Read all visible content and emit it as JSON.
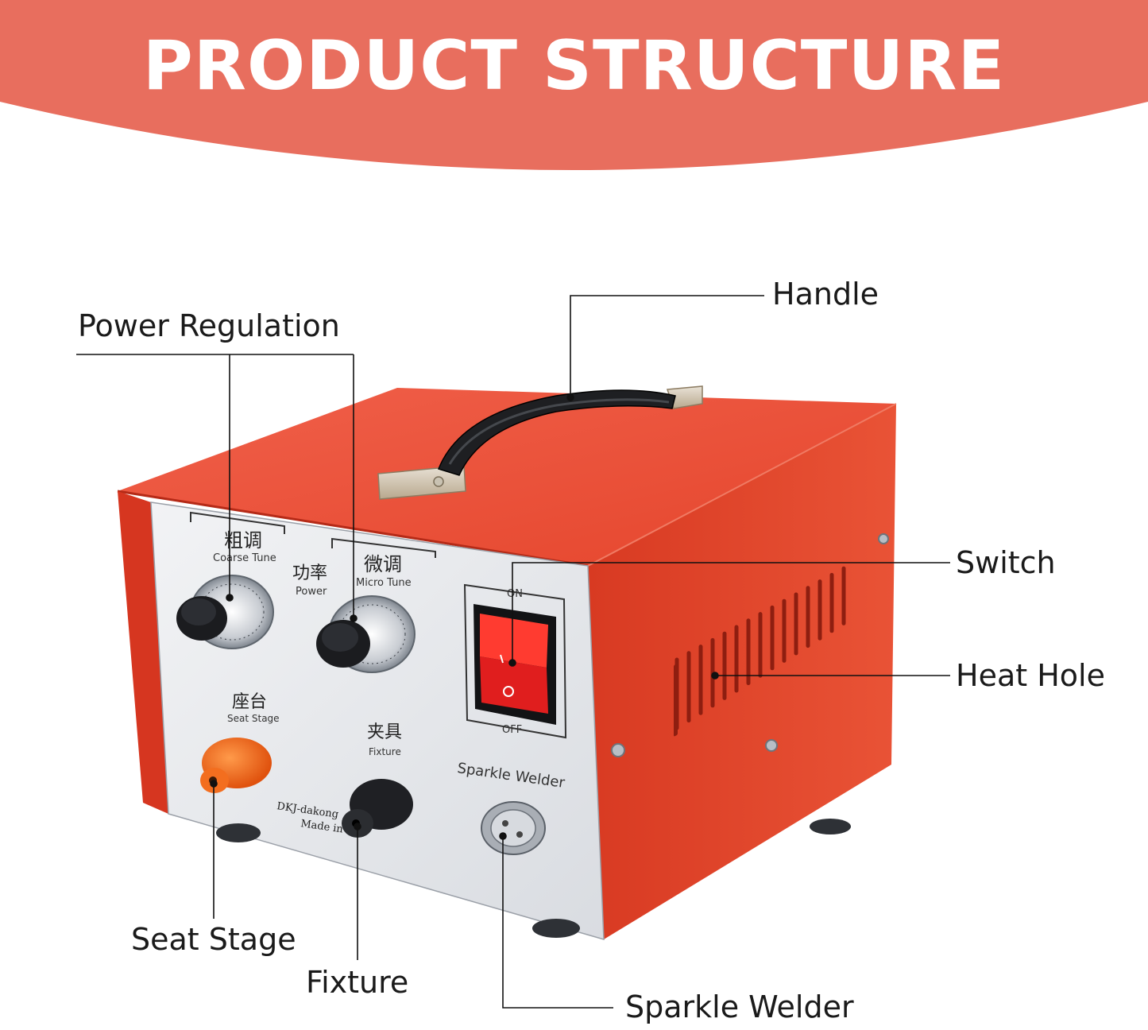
{
  "banner": {
    "title": "PRODUCT STRUCTURE",
    "color": "#E86E5E"
  },
  "callouts": {
    "handle": "Handle",
    "power_regulation": "Power Regulation",
    "switch": "Switch",
    "heat_hole": "Heat Hole",
    "seat_stage": "Seat Stage",
    "fixture": "Fixture",
    "sparkle_welder": "Sparkle Welder"
  },
  "panel": {
    "coarse_cn": "粗调",
    "coarse_en": "Coarse Tune",
    "power_cn": "功率",
    "power_en": "Power",
    "micro_cn": "微调",
    "micro_en": "Micro Tune",
    "on": "ON",
    "off": "OFF",
    "seat_cn": "座台",
    "seat_en": "Seat Stage",
    "fixture_cn": "夹具",
    "fixture_en": "Fixture",
    "brand_line1": "DKJ-dakong",
    "brand_line2": "Made in",
    "welder_label": "Sparkle  Welder"
  },
  "colors": {
    "housing": "#E8361F",
    "panel": "#E4E6EA",
    "switch": "#E01E1E",
    "seat_terminal": "#F26A1C"
  },
  "icons": {
    "handle": "carry-handle-icon",
    "knob": "knob-icon",
    "rocker": "rocker-switch-icon",
    "connector": "round-connector-icon"
  }
}
